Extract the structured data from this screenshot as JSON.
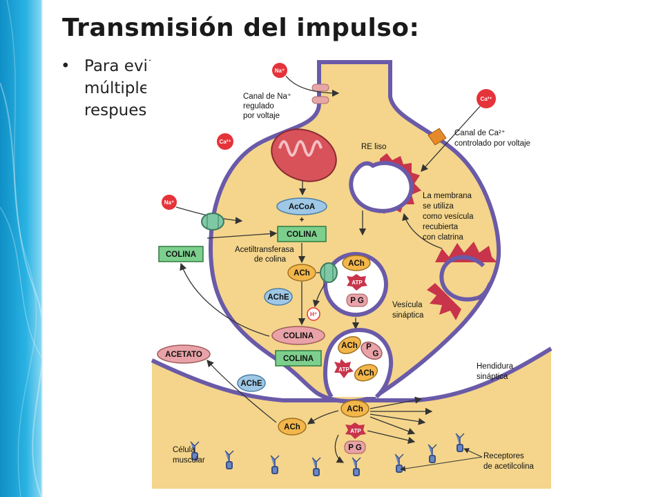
{
  "slide": {
    "title": "Transmisión del impulso:",
    "bullet": [
      "Para evitar",
      "múltiples",
      "respuestas"
    ]
  },
  "colors": {
    "accent": "#1fa5d6",
    "cytoplasm": "#f4d58b",
    "membrane": "#6a5aa8",
    "pink_box": "#e9a3a8",
    "blue_box": "#9fc8e6",
    "green_box": "#7ccf8c",
    "ion_red": "#e5333a",
    "ach_orange": "#f2b64a",
    "clathrin": "#c8344a"
  },
  "diagram": {
    "labels": {
      "na_channel": [
        "Canal de Na⁺",
        "regulado",
        "por voltaje"
      ],
      "ca_channel": [
        "Canal de Ca²⁺",
        "controlado por voltaje"
      ],
      "re_liso": "RE liso",
      "membrana": [
        "La membrana",
        "se utiliza",
        "como vesícula",
        "recubierta",
        "con clatrina"
      ],
      "acetiltransferasa": [
        "Acetiltransferasa",
        "de colina"
      ],
      "vesicula": [
        "Vesícula",
        "sináptica"
      ],
      "hendidura": [
        "Hendidura",
        "sináptica"
      ],
      "celula": [
        "Célula",
        "muscular"
      ],
      "receptores": [
        "Receptores",
        "de acetilcolina"
      ]
    },
    "ions": {
      "na": "Na⁺",
      "ca": "Ca²⁺",
      "h": "H⁺"
    },
    "molecules": {
      "accoa": "AcCoA",
      "plus": "+",
      "colina": "COLINA",
      "ach": "ACh",
      "ache": "AChE",
      "acetato": "ACETATO",
      "atp": "ATP",
      "pg": "P G",
      "p": "P",
      "g": "G"
    }
  }
}
